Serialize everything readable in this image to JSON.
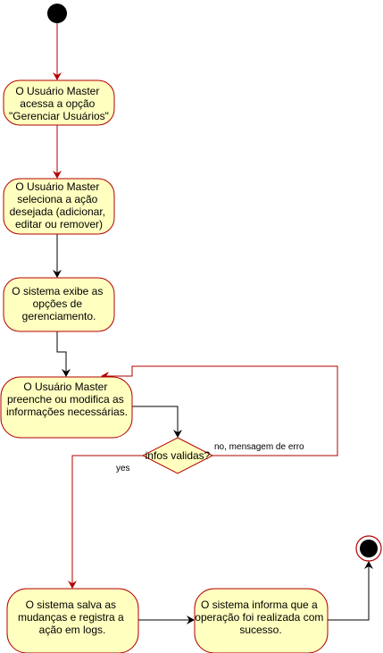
{
  "diagram": {
    "nodes": {
      "n1": [
        "O Usuário Master",
        "acessa a opção",
        "\"Gerenciar Usuários\""
      ],
      "n2": [
        "O Usuário Master",
        "seleciona a ação",
        "desejada (adicionar,",
        "editar ou remover)"
      ],
      "n3": [
        "O sistema exibe as",
        "opções de",
        "gerenciamento."
      ],
      "n4": [
        "O Usuário Master",
        "preenche ou modifica as",
        "informações necessárias."
      ],
      "decision": [
        "infos validas?"
      ],
      "n5": [
        "O sistema salva as",
        "mudanças e registra a",
        "ação em logs."
      ],
      "n6": [
        "O sistema informa que a",
        "operação foi realizada com",
        "sucesso."
      ]
    },
    "edge_labels": {
      "no": "no, mensagem de erro",
      "yes": "yes"
    },
    "colors": {
      "node_fill": "#ffffc0",
      "node_stroke": "#b20000",
      "edge_red": "#b20000",
      "edge_black": "#000000"
    }
  }
}
